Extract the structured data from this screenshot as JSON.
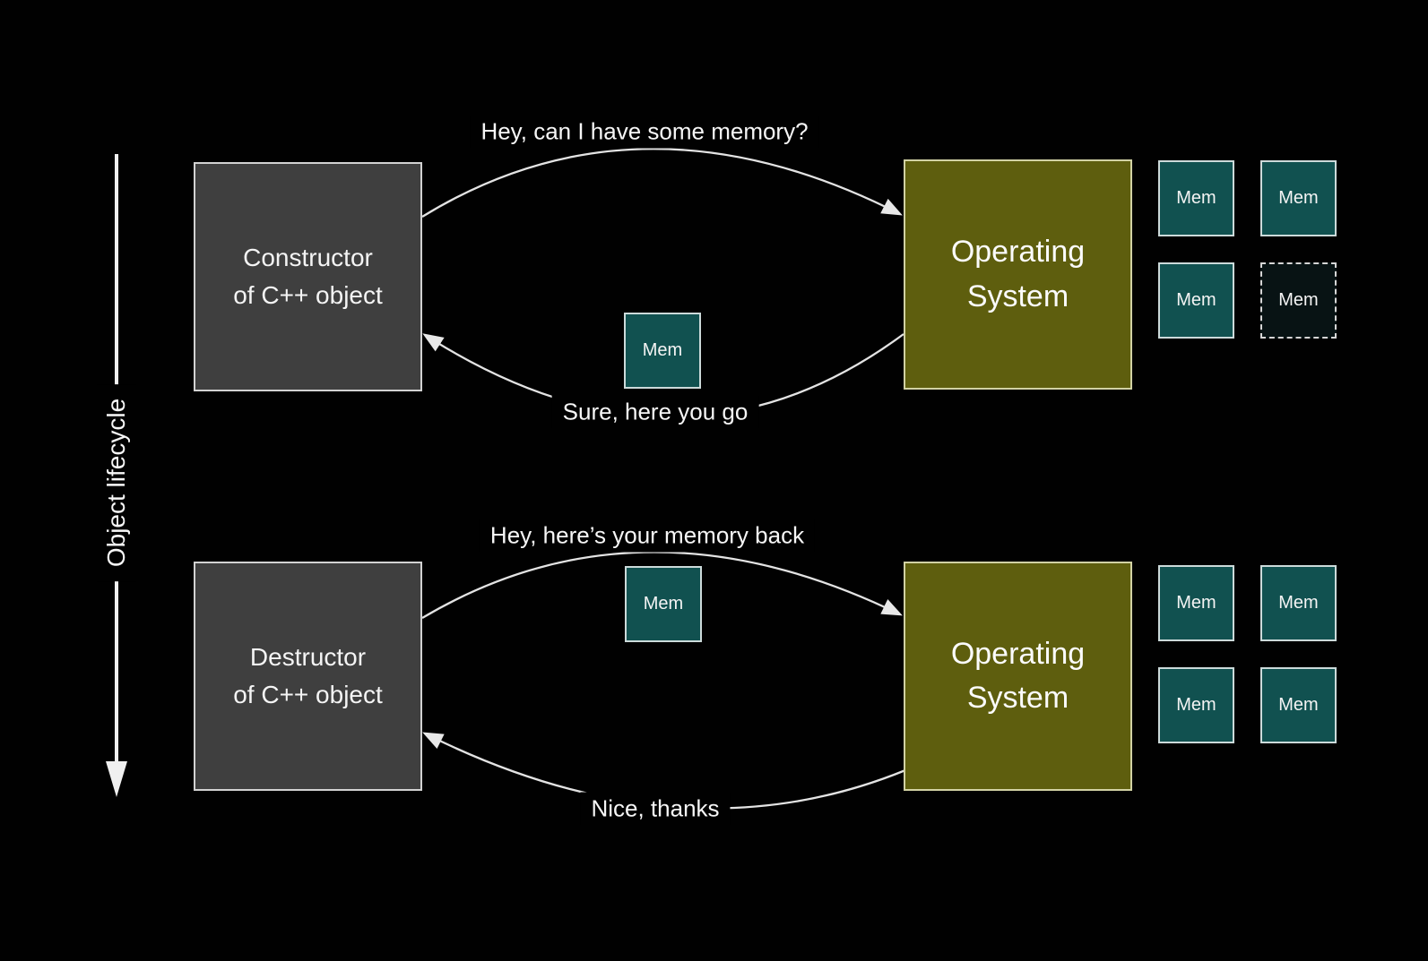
{
  "colors": {
    "background": "#010101",
    "actor_box_fill": "#3f3f3f",
    "os_box_fill": "#5e5e0e",
    "mem_box_fill": "#115150",
    "mem_given_away_fill": "#081314",
    "line": "#e6e6e6",
    "text": "#f4f4f4"
  },
  "axis": {
    "label": "Object lifecycle"
  },
  "top": {
    "actor": {
      "line1": "Constructor",
      "line2": "of C++ object"
    },
    "os": {
      "line1": "Operating",
      "line2": "System"
    },
    "request": "Hey, can I have some memory?",
    "response": "Sure, here you go",
    "transfer_mem": "Mem",
    "mem_grid": [
      {
        "label": "Mem",
        "state": "allocated"
      },
      {
        "label": "Mem",
        "state": "allocated"
      },
      {
        "label": "Mem",
        "state": "allocated"
      },
      {
        "label": "Mem",
        "state": "given-away"
      }
    ]
  },
  "bottom": {
    "actor": {
      "line1": "Destructor",
      "line2": "of C++ object"
    },
    "os": {
      "line1": "Operating",
      "line2": "System"
    },
    "request": "Hey, here’s your memory back",
    "response": "Nice, thanks",
    "transfer_mem": "Mem",
    "mem_grid": [
      {
        "label": "Mem",
        "state": "allocated"
      },
      {
        "label": "Mem",
        "state": "allocated"
      },
      {
        "label": "Mem",
        "state": "allocated"
      },
      {
        "label": "Mem",
        "state": "allocated"
      }
    ]
  }
}
